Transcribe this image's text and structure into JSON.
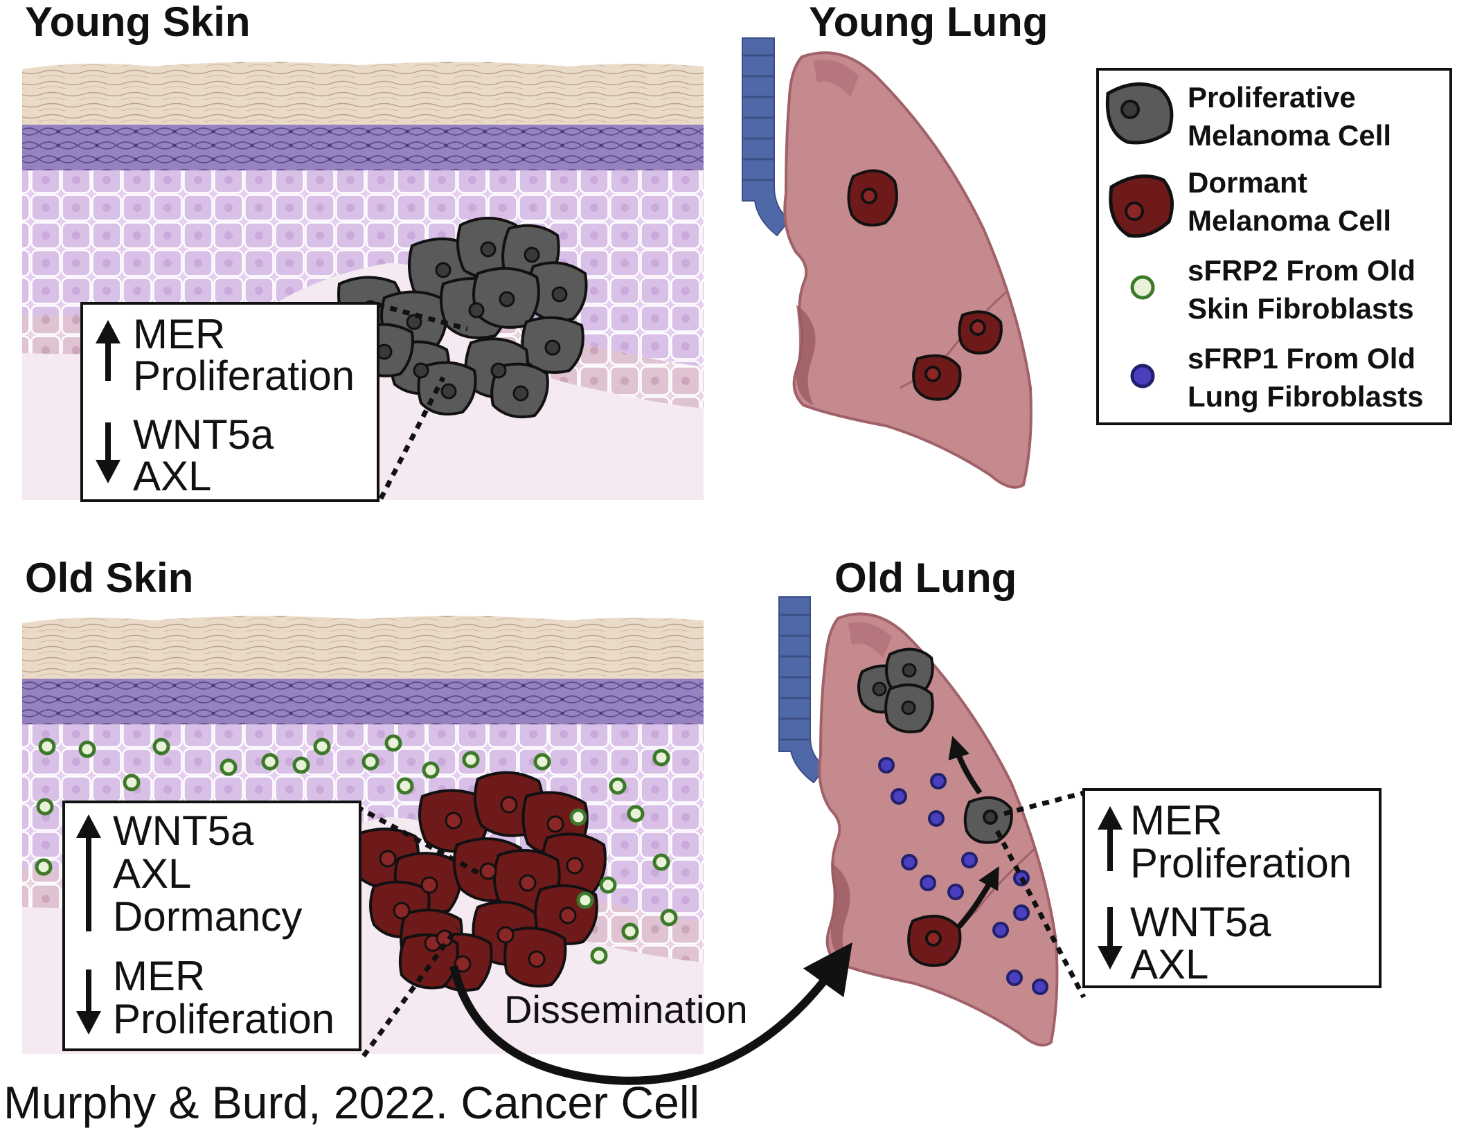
{
  "panels": {
    "young_skin": "Young Skin",
    "young_lung": "Young Lung",
    "old_skin": "Old Skin",
    "old_lung": "Old Lung"
  },
  "legend": {
    "proliferative": [
      "Proliferative",
      "Melanoma Cell"
    ],
    "dormant": [
      "Dormant",
      "Melanoma Cell"
    ],
    "sfrp2": [
      "sFRP2 From Old",
      "Skin Fibroblasts"
    ],
    "sfrp1": [
      "sFRP1 From Old",
      "Lung Fibroblasts"
    ]
  },
  "young_skin_box": {
    "up": [
      "MER",
      "Proliferation"
    ],
    "down": [
      "WNT5a",
      "AXL"
    ]
  },
  "old_skin_box": {
    "up": [
      "WNT5a",
      "AXL",
      "Dormancy"
    ],
    "down": [
      "MER",
      "Proliferation"
    ]
  },
  "old_lung_box": {
    "up": [
      "MER",
      "Proliferation"
    ],
    "down": [
      "WNT5a",
      "AXL"
    ]
  },
  "dissemination_label": "Dissemination",
  "citation": "Murphy & Burd, 2022. Cancer Cell",
  "colors": {
    "proliferative_cell": "#5a5a5a",
    "dormant_cell": "#6e1a1a",
    "lung": "#c58a8e",
    "trachea": "#4f69a8",
    "epidermis": "#e5d3ec",
    "basal_layer": "#8870b2",
    "stratum_corneum": "#eadbc8",
    "sfrp2_dot": "#3c7a2a",
    "sfrp1_dot": "#4a3fbf"
  }
}
